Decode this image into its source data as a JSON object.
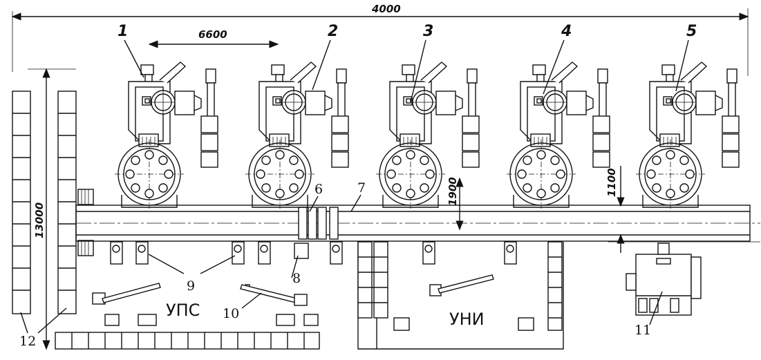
{
  "dimensions": {
    "overall_width": "4000",
    "machine_pitch": "6600",
    "height": "13000",
    "aisle_1": "1900",
    "aisle_2": "1100"
  },
  "machine_labels": [
    "1",
    "2",
    "3",
    "4",
    "5"
  ],
  "callouts": {
    "c6": "6",
    "c7": "7",
    "c8": "8",
    "c9": "9",
    "c10": "10",
    "c11": "11",
    "c12": "12"
  },
  "zones": {
    "ups": "УПС",
    "uni": "УНИ"
  }
}
